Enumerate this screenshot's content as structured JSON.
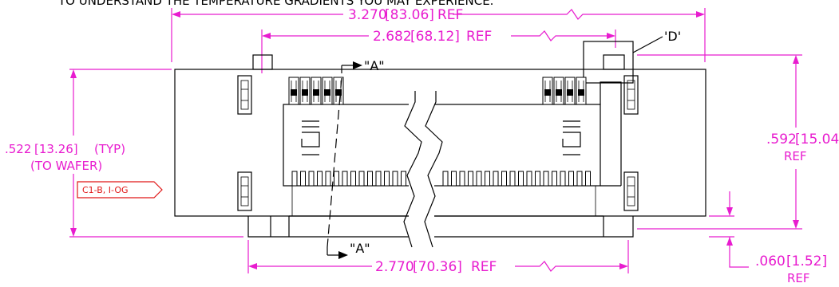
{
  "header_text": "TO UNDERSTAND THE TEMPERATURE GRADIENTS YOU MAY EXPERIENCE.",
  "dimensions": {
    "overall": {
      "inch": "3.270",
      "mm": "[83.06]",
      "ref": "REF"
    },
    "inner": {
      "inch": "2.682",
      "mm": "[68.12]",
      "ref": "REF"
    },
    "bottom": {
      "inch": "2.770",
      "mm": "[70.36]",
      "ref": "REF"
    },
    "height_left": {
      "inch": ".522",
      "mm": "[13.26]",
      "typ": "(TYP)",
      "note": "(TO WAFER)"
    },
    "height_right": {
      "inch": ".592",
      "mm": "[15.04]",
      "ref": "REF"
    },
    "standoff": {
      "inch": ".060",
      "mm": "[1.52]",
      "ref": "REF"
    }
  },
  "callouts": {
    "section_top": "\"A\"",
    "section_bottom": "\"A\"",
    "detail": "'D'"
  },
  "tag": {
    "label": "C1-B, I-OG",
    "color": "#e01818"
  },
  "colors": {
    "dimension": "#e81ccf",
    "outline": "#000000"
  }
}
